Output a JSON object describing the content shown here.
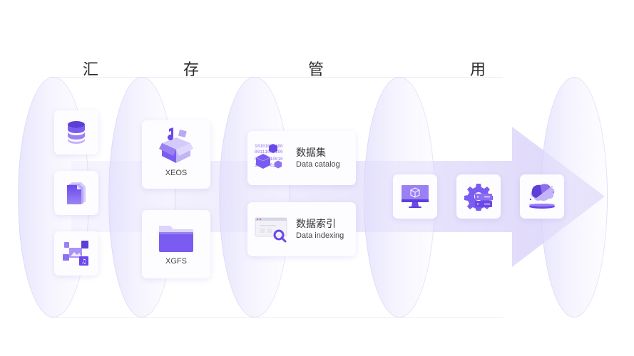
{
  "stages": [
    {
      "title": "汇",
      "key": "collect"
    },
    {
      "title": "存",
      "key": "store"
    },
    {
      "title": "管",
      "key": "manage"
    },
    {
      "title": "用",
      "key": "use"
    }
  ],
  "collect": {
    "items": [
      {
        "icon": "database-icon"
      },
      {
        "icon": "documents-icon"
      },
      {
        "icon": "media-files-icon"
      }
    ]
  },
  "store": {
    "items": [
      {
        "icon": "box-storage-icon",
        "label": "XEOS"
      },
      {
        "icon": "folder-icon",
        "label": "XGFS"
      }
    ]
  },
  "manage": {
    "items": [
      {
        "icon": "data-cubes-icon",
        "title_zh": "数据集",
        "title_en": "Data catalog"
      },
      {
        "icon": "data-search-icon",
        "title_zh": "数据索引",
        "title_en": "Data indexing"
      }
    ]
  },
  "use": {
    "items": [
      {
        "icon": "monitor-cube-icon"
      },
      {
        "icon": "gear-server-icon"
      },
      {
        "icon": "ai-brain-icon"
      }
    ]
  },
  "colors": {
    "accent": "#7b5cf0",
    "accent_dark": "#5b3fd6",
    "accent_light": "#b9a8f7",
    "ellipse": "#e8e5fc",
    "arrow": "#e6e2fb"
  }
}
